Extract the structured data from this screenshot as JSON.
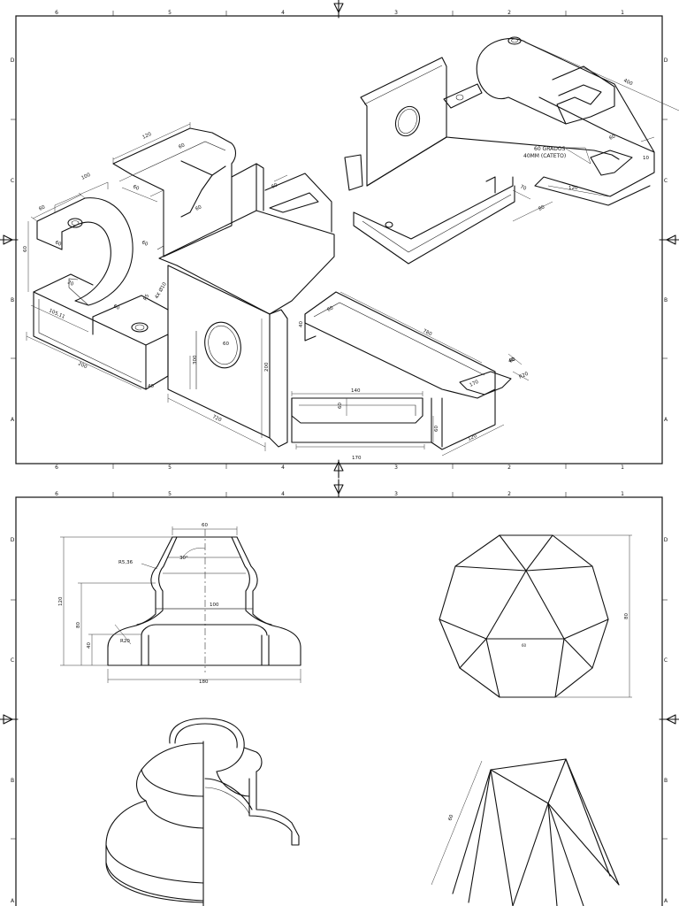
{
  "sheets": [
    {
      "col_labels": [
        "6",
        "5",
        "4",
        "3",
        "2",
        "1"
      ],
      "row_labels": [
        "D",
        "C",
        "B",
        "A"
      ],
      "dimensions": [
        "120",
        "60",
        "60",
        "100",
        "60",
        "60",
        "60",
        "60",
        "20",
        "105,11",
        "60",
        "R5",
        "4X Ø10",
        "300",
        "200",
        "60",
        "720",
        "200",
        "60",
        "40",
        "60",
        "400",
        "60",
        "10",
        "70",
        "120",
        "80",
        "60",
        "780",
        "40",
        "60",
        "170",
        "140",
        "60",
        "170",
        "60",
        "120",
        "40",
        "R20"
      ],
      "note_lines": [
        "60 GRADOS",
        "40MM (CATETO)"
      ]
    },
    {
      "col_labels": [
        "6",
        "5",
        "4",
        "3",
        "2",
        "1"
      ],
      "row_labels": [
        "D",
        "C",
        "B",
        "A"
      ],
      "dimensions": [
        "60",
        "R5,36",
        "30°",
        "120",
        "80",
        "100",
        "40",
        "R20",
        "180",
        "80",
        "60",
        "60"
      ]
    }
  ]
}
